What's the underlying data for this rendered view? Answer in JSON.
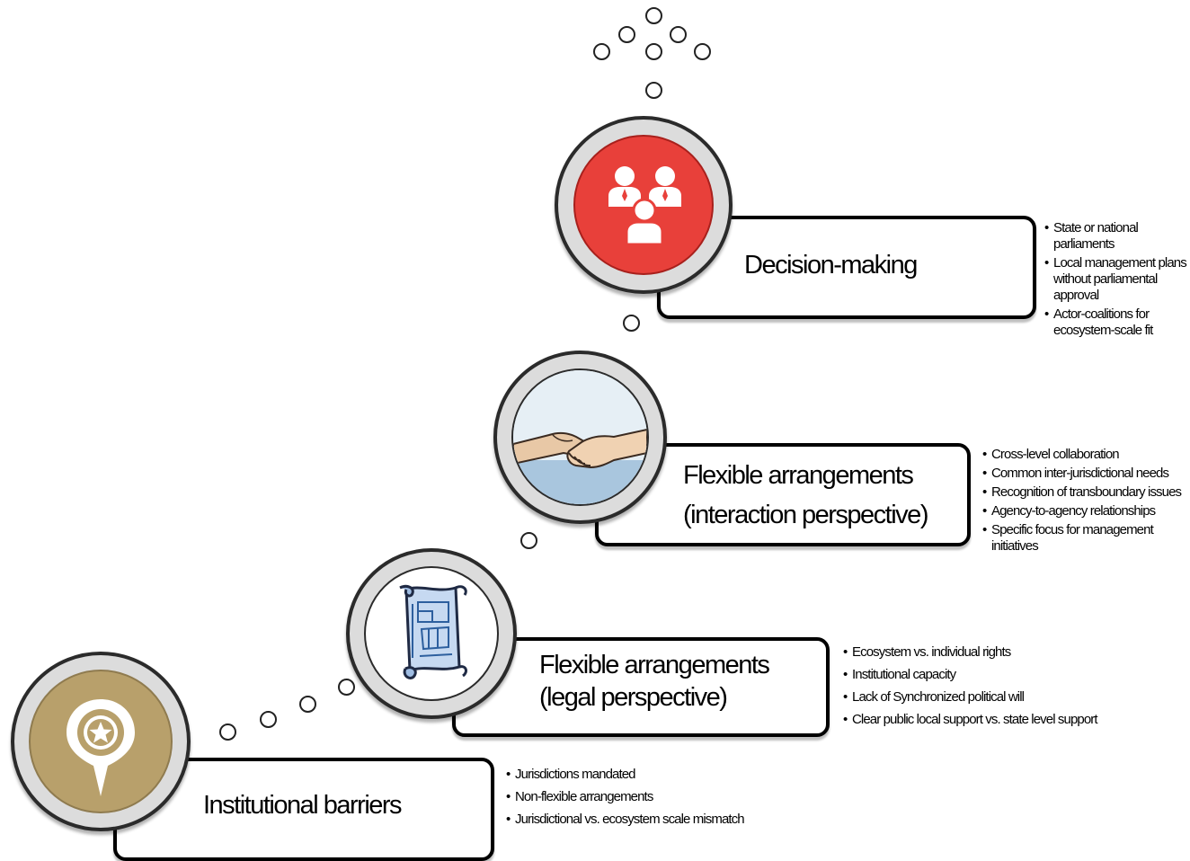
{
  "stages": [
    {
      "label_lines": [
        "Institutional barriers"
      ],
      "icon": "map-pin-star-icon",
      "bullets": [
        "Jurisdictions  mandated",
        "Non-flexible  arrangements",
        "Jurisdictional  vs. ecosystem scale mismatch"
      ]
    },
    {
      "label_lines": [
        "Flexible arrangements",
        "(legal perspective)"
      ],
      "icon": "blueprint-scroll-icon",
      "bullets": [
        "Ecosystem vs. individual rights",
        "Institutional capacity",
        "Lack of Synchronized political  will",
        "Clear public local support  vs. state level support"
      ]
    },
    {
      "label_lines": [
        "Flexible arrangements",
        "(interaction perspective)"
      ],
      "icon": "handshake-icon",
      "bullets": [
        "Cross-level collaboration",
        "Common inter-jurisdictional needs",
        "Recognition of transboundary issues",
        "Agency-to-agency relationships",
        "Specific focus for management initiatives"
      ]
    },
    {
      "label_lines": [
        "Decision-making"
      ],
      "icon": "people-group-icon",
      "bullets": [
        "State or national parliaments",
        "Local management plans without parliamental approval",
        "Actor-coalitions for ecosystem-scale fit"
      ]
    }
  ],
  "colors": {
    "gold": "#b8a06b",
    "red": "#e8403a",
    "ring": "#dcdcdc",
    "outline": "#000000"
  }
}
